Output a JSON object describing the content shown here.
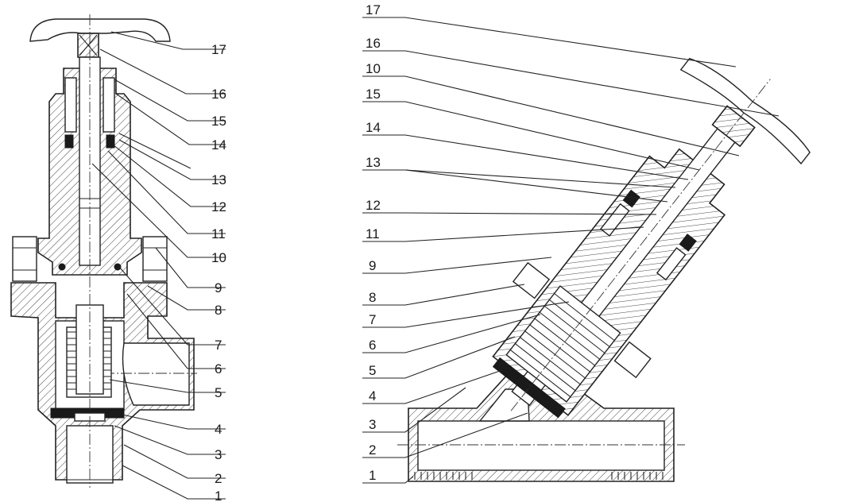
{
  "left_view": {
    "labels": [
      "17",
      "16",
      "15",
      "14",
      "13",
      "12",
      "11",
      "10",
      "9",
      "8",
      "7",
      "6",
      "5",
      "4",
      "3",
      "2",
      "1"
    ]
  },
  "right_view": {
    "labels": [
      "17",
      "16",
      "10",
      "15",
      "14",
      "13",
      "12",
      "11",
      "9",
      "8",
      "7",
      "6",
      "5",
      "4",
      "3",
      "2",
      "1"
    ]
  }
}
